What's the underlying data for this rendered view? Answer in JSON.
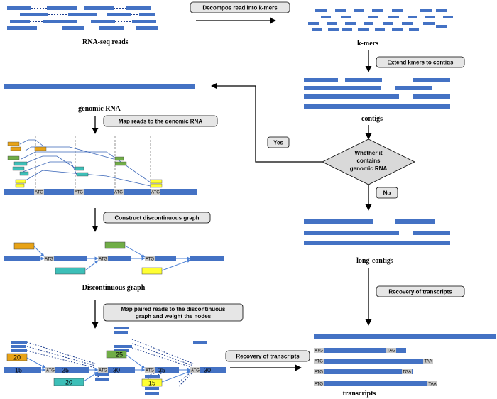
{
  "labels": {
    "rnaseq_reads": "RNA-seq reads",
    "kmers": "k-mers",
    "contigs": "contigs",
    "genomic_rna": "genomic RNA",
    "discontinuous_graph": "Discontinuous graph",
    "long_contigs": "long-contigs",
    "transcripts": "transcripts"
  },
  "steps": {
    "decompose": "Decompos  read  into k-mers",
    "extend": "Extend kmers to contigs",
    "map_reads": "Map reads to the genomic RNA",
    "construct_graph": "Construct discontinuous graph",
    "map_paired_1": "Map paired reads to  the discontinuous",
    "map_paired_2": "graph and weight the nodes",
    "recovery_left": "Recovery of transcripts",
    "recovery_right": "Recovery of transcripts"
  },
  "decision": {
    "line1": "Whether it",
    "line2": "contains",
    "line3": "genomic RNA",
    "yes": "Yes",
    "no": "No"
  },
  "codons": {
    "start": "ATG",
    "stop_tag": "TAG",
    "stop_taa": "TAA",
    "stop_tga": "TGA"
  },
  "weights": {
    "w20a": "20",
    "w15": "15",
    "w25a": "25",
    "w20b": "20",
    "w30a": "30",
    "w25b": "25",
    "w35": "35",
    "w15b": "15",
    "w30b": "30"
  },
  "colors": {
    "read": "#4472c4",
    "orange": "#e8a317",
    "green": "#70ad47",
    "teal": "#3dbfb8",
    "yellow": "#ffff33",
    "step_fill": "#e6e6e6",
    "decision_fill": "#d9d9d9"
  }
}
